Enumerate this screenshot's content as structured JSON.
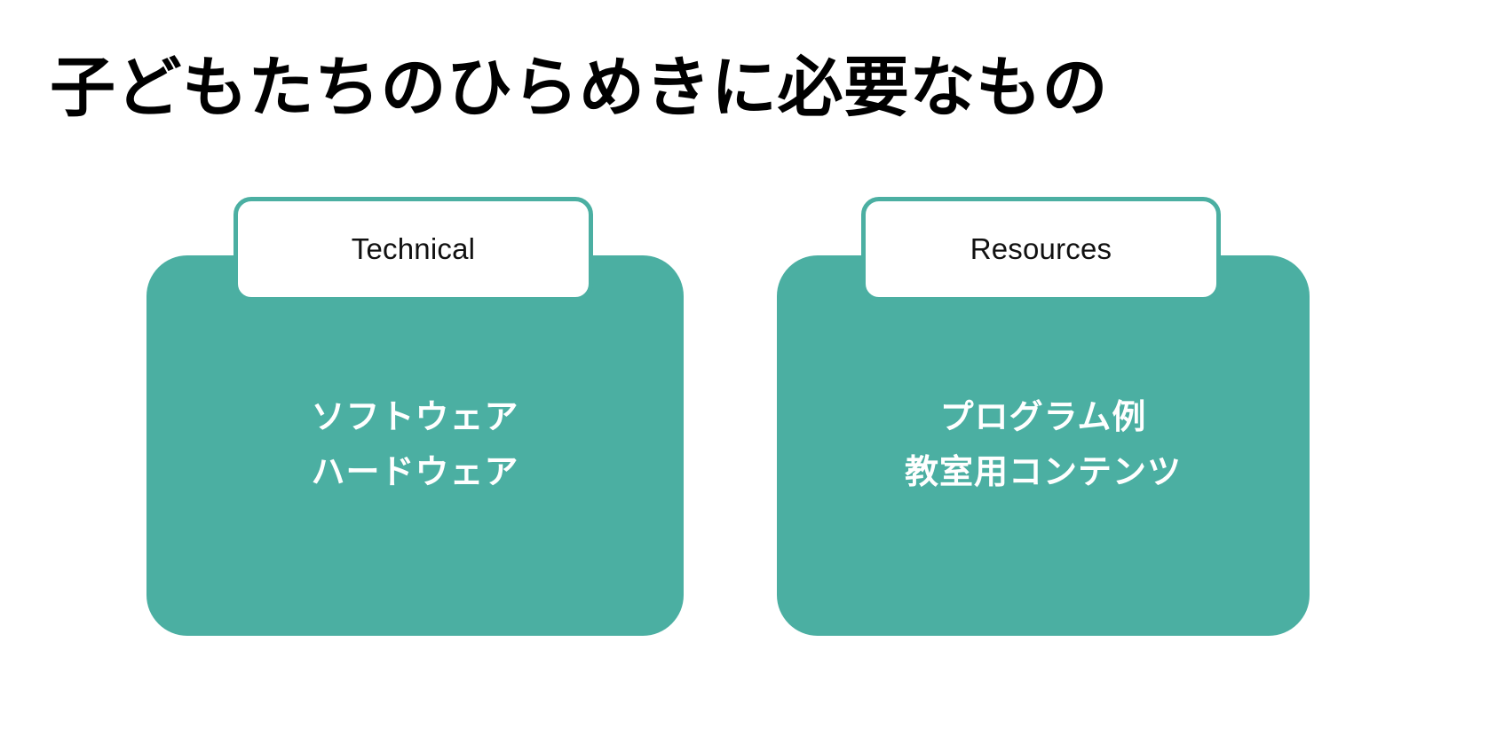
{
  "slide": {
    "title": "子どもたちのひらめきに必要なもの",
    "background_color": "#FFFFFF",
    "accent_color": "#4BAFA2",
    "title_color": "#000000",
    "card_text_color": "#FFFFFF"
  },
  "cards": [
    {
      "label": "Technical",
      "lines": [
        "ソフトウェア",
        "ハードウェア"
      ]
    },
    {
      "label": "Resources",
      "lines": [
        "プログラム例",
        "教室用コンテンツ"
      ]
    }
  ]
}
